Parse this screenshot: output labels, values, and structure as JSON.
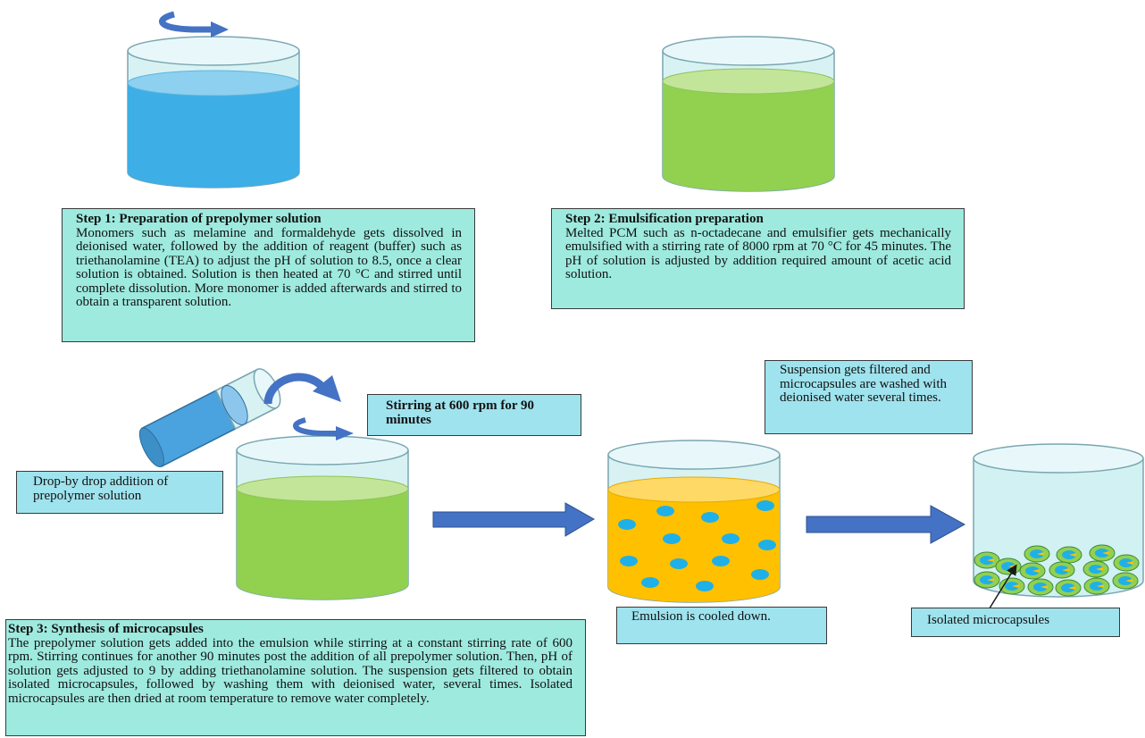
{
  "colors": {
    "blue_liquid": "#3daee6",
    "green_liquid": "#92d050",
    "yellow_liquid": "#ffc000",
    "glass": "#d8f2f4",
    "arrow": "#4472c4",
    "box_fill": "#9eeadf",
    "droplet": "#1fb0e8",
    "capsule_shell": "#92d050"
  },
  "icons": [
    "stir-arrow-icon",
    "pour-arrow-icon",
    "process-arrow-icon",
    "pointer-arrow-icon"
  ],
  "step1": {
    "title": "Step 1: Preparation of prepolymer solution",
    "body": "Monomers such as melamine and formaldehyde gets dissolved in deionised water, followed by the addition of reagent (buffer) such as triethanolamine (TEA) to adjust the pH of solution to 8.5, once a clear solution is obtained. Solution is then heated at 70 °C and stirred until complete dissolution. More monomer is added afterwards and stirred to obtain a transparent solution."
  },
  "step2": {
    "title": "Step 2: Emulsification preparation",
    "body": "Melted PCM such as n-octadecane and emulsifier gets mechanically emulsified with a stirring rate of 8000 rpm at 70 °C for 45 minutes. The pH of solution is adjusted by addition required amount of acetic acid solution."
  },
  "step3": {
    "title": "Step 3: Synthesis of microcapsules",
    "body": "The prepolymer solution gets added into the emulsion while stirring at a constant stirring rate of 600 rpm. Stirring continues for another 90 minutes post the addition of all prepolymer solution. Then, pH of solution gets adjusted to 9 by adding triethanolamine solution. The suspension gets filtered to obtain isolated microcapsules, followed by washing them with deionised water, several times.  Isolated microcapsules are then dried at room temperature to remove water completely."
  },
  "labels": {
    "stirring": "Stirring at 600 rpm for 90 minutes",
    "drop": "Drop-by drop addition of prepolymer solution",
    "cooled": "Emulsion is cooled down.",
    "filtered": "Suspension gets filtered and microcapsules are washed with deionised water several times.",
    "isolated": "Isolated microcapsules"
  }
}
